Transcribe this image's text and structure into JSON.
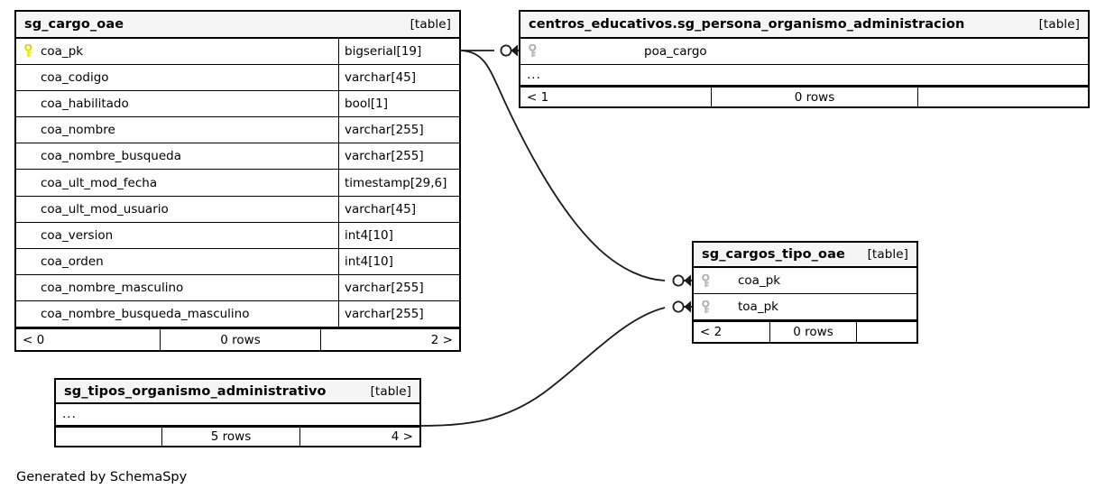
{
  "diagram": {
    "caption": "Generated by SchemaSpy",
    "type_tag": "[table]",
    "ellipsis": "...",
    "colors": {
      "background": "#ffffff",
      "header_fill": "#f5f5f5",
      "border": "#000000",
      "primary_key": "#e8e80a",
      "foreign_key": "#b0b0b0",
      "edge": "#1a1a1a"
    }
  },
  "tables": [
    {
      "id": "sg_cargo_oae",
      "title": "sg_cargo_oae",
      "tag": "[table]",
      "columns": [
        {
          "name": "coa_pk",
          "type": "bigserial[19]",
          "key": "primary"
        },
        {
          "name": "coa_codigo",
          "type": "varchar[45]",
          "key": "none"
        },
        {
          "name": "coa_habilitado",
          "type": "bool[1]",
          "key": "none"
        },
        {
          "name": "coa_nombre",
          "type": "varchar[255]",
          "key": "none"
        },
        {
          "name": "coa_nombre_busqueda",
          "type": "varchar[255]",
          "key": "none"
        },
        {
          "name": "coa_ult_mod_fecha",
          "type": "timestamp[29,6]",
          "key": "none"
        },
        {
          "name": "coa_ult_mod_usuario",
          "type": "varchar[45]",
          "key": "none"
        },
        {
          "name": "coa_version",
          "type": "int4[10]",
          "key": "none"
        },
        {
          "name": "coa_orden",
          "type": "int4[10]",
          "key": "none"
        },
        {
          "name": "coa_nombre_masculino",
          "type": "varchar[255]",
          "key": "none"
        },
        {
          "name": "coa_nombre_busqueda_masculino",
          "type": "varchar[255]",
          "key": "none"
        }
      ],
      "footer": {
        "left": "< 0",
        "middle": "0 rows",
        "right": "2 >"
      }
    },
    {
      "id": "centros_educativos.sg_persona_organismo_administracion",
      "title": "centros_educativos.sg_persona_organismo_administracion",
      "tag": "[table]",
      "columns": [
        {
          "name": "poa_cargo",
          "type": "",
          "key": "foreign"
        }
      ],
      "has_ellipsis_row": true,
      "footer": {
        "left": "< 1",
        "middle": "0 rows",
        "right": ""
      }
    },
    {
      "id": "sg_cargos_tipo_oae",
      "title": "sg_cargos_tipo_oae",
      "tag": "[table]",
      "columns": [
        {
          "name": "coa_pk",
          "type": "",
          "key": "foreign"
        },
        {
          "name": "toa_pk",
          "type": "",
          "key": "foreign"
        }
      ],
      "footer": {
        "left": "< 2",
        "middle": "0 rows",
        "right": ""
      }
    },
    {
      "id": "sg_tipos_organismo_administrativo",
      "title": "sg_tipos_organismo_administrativo",
      "tag": "[table]",
      "columns": [],
      "has_ellipsis_row": true,
      "footer": {
        "left": "",
        "middle": "5 rows",
        "right": "4 >"
      }
    }
  ],
  "relationships": [
    {
      "from": "sg_cargo_oae.coa_pk",
      "to": "centros_educativos.sg_persona_organismo_administracion.poa_cargo",
      "cardinality": "zero-or-more"
    },
    {
      "from": "sg_cargo_oae.coa_pk",
      "to": "sg_cargos_tipo_oae.coa_pk",
      "cardinality": "zero-or-more"
    },
    {
      "from": "sg_tipos_organismo_administrativo",
      "to": "sg_cargos_tipo_oae.toa_pk",
      "cardinality": "zero-or-more"
    }
  ]
}
